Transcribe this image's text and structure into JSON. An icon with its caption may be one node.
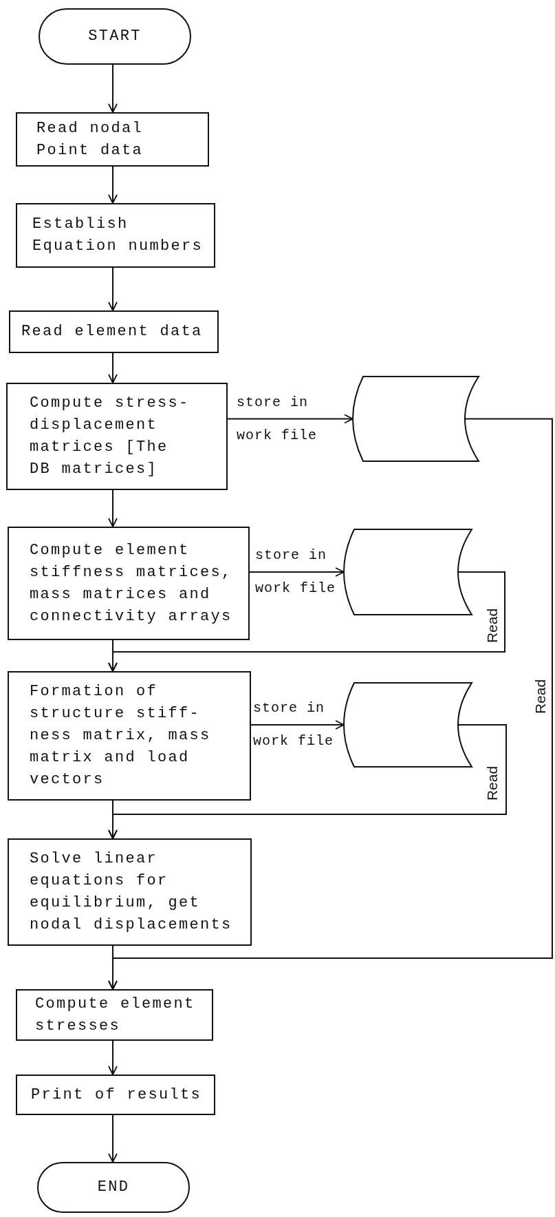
{
  "diagram": {
    "nodes": [
      {
        "text": [
          "START"
        ]
      },
      {
        "text": [
          "Read nodal Point data"
        ]
      },
      {
        "text": [
          "Establish Equation numbers"
        ]
      },
      {
        "text": [
          "Read element data"
        ]
      },
      {
        "text": [
          "Compute stress- displacement matrices [The DB matrices]"
        ]
      },
      {
        "text": [],
        "shape": "cylinder"
      },
      {
        "text": [
          "Compute element stiffness matrices, mass matrices and connectivity arrays"
        ]
      },
      {
        "text": [],
        "shape": "cylinder"
      },
      {
        "text": [
          "Formation of structure stiff- ness matrix, mass matrix and load vectors"
        ]
      },
      {
        "text": [],
        "shape": "cylinder"
      },
      {
        "text": [
          "Solve linear equations for equilibrium, get nodal displacements"
        ]
      },
      {
        "text": [
          "Compute element stresses"
        ]
      },
      {
        "text": [
          "Print of results"
        ]
      },
      {
        "text": [
          "END"
        ]
      }
    ],
    "edges": [
      {
        "from": 0,
        "to": 1,
        "arrow": "to"
      },
      {
        "from": 1,
        "to": 2,
        "arrow": "to"
      },
      {
        "from": 2,
        "to": 3,
        "arrow": "to"
      },
      {
        "from": 3,
        "to": 4,
        "arrow": "to"
      },
      {
        "from": 4,
        "to": 5,
        "arrow": "to",
        "label": "store in work file"
      },
      {
        "from": 4,
        "to": 6,
        "arrow": "to"
      },
      {
        "from": 6,
        "to": 7,
        "arrow": "to",
        "label": "store in work file"
      },
      {
        "from": 7,
        "to": 8,
        "arrow": "to",
        "label": "Read"
      },
      {
        "from": 6,
        "to": 8,
        "arrow": "to"
      },
      {
        "from": 8,
        "to": 9,
        "arrow": "to",
        "label": "store in work file"
      },
      {
        "from": 9,
        "to": 10,
        "arrow": "to",
        "label": "Read"
      },
      {
        "from": 8,
        "to": 10,
        "arrow": "to"
      },
      {
        "from": 5,
        "to": 11,
        "arrow": "to",
        "label": "Read"
      },
      {
        "from": 10,
        "to": 11,
        "arrow": "to"
      },
      {
        "from": 11,
        "to": 12,
        "arrow": "to"
      },
      {
        "from": 12,
        "to": 13,
        "arrow": "to"
      }
    ]
  }
}
